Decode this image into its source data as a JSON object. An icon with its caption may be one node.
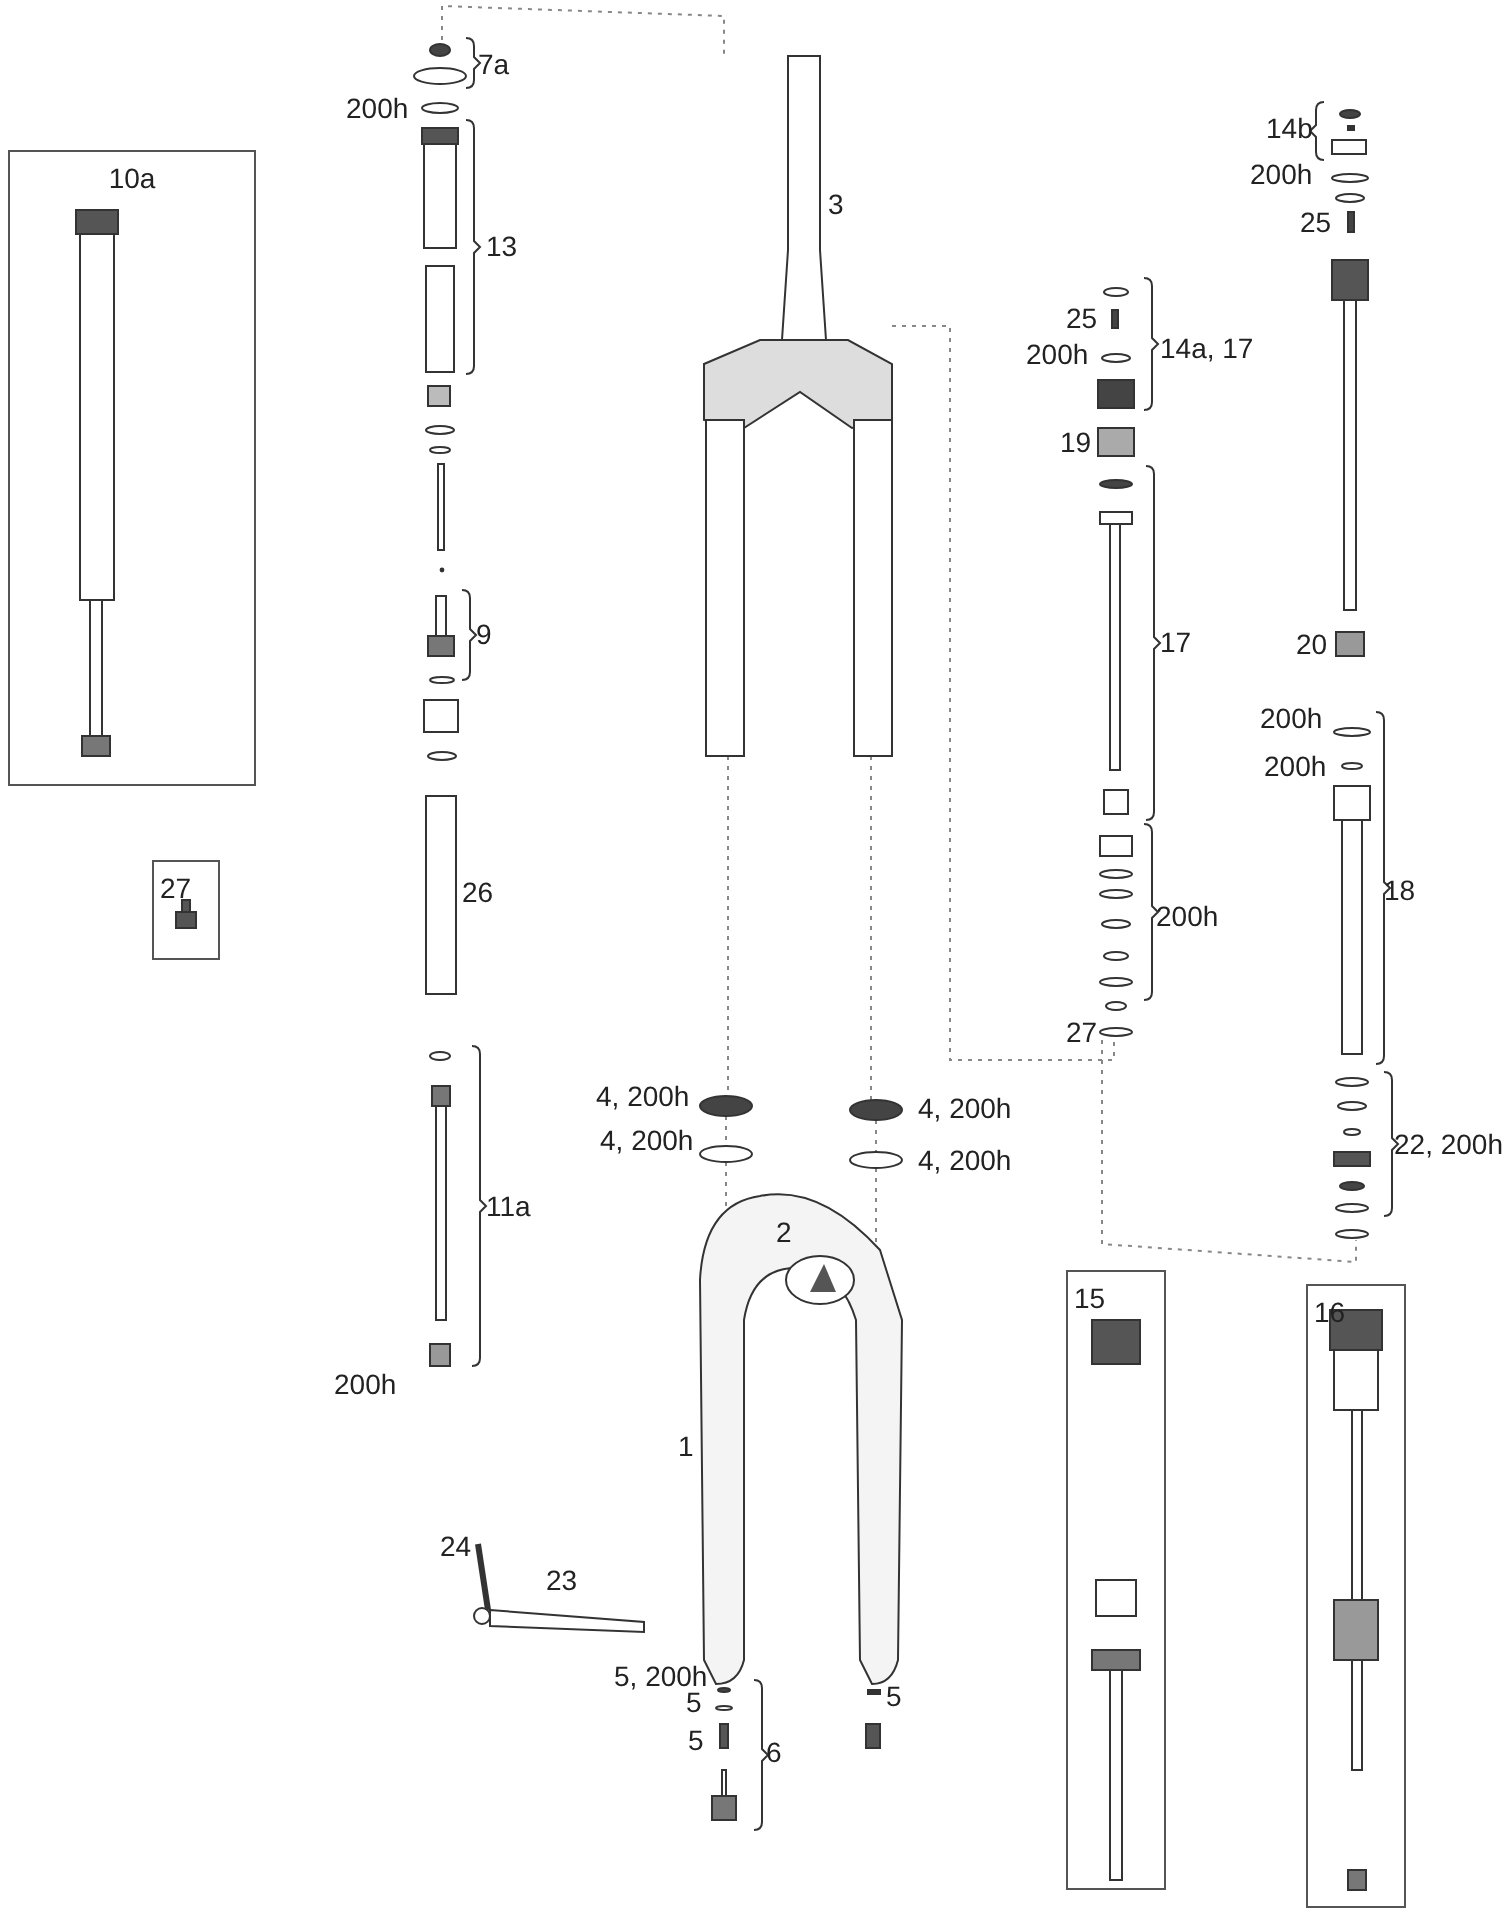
{
  "diagram": {
    "nodes": [
      {
        "text": [
          "10a"
        ]
      },
      {
        "text": [
          "27"
        ]
      },
      {
        "text": [
          "15"
        ]
      },
      {
        "text": [
          "16"
        ]
      },
      {
        "text": [],
        "shape": "picture"
      },
      {
        "text": [],
        "shape": "picture"
      },
      {
        "text": [],
        "shape": "picture"
      },
      {
        "text": [],
        "shape": "picture"
      },
      {
        "text": [],
        "shape": "picture"
      },
      {
        "text": [],
        "shape": "picture"
      },
      {
        "text": [],
        "shape": "picture"
      },
      {
        "text": [],
        "shape": "picture"
      },
      {
        "text": [],
        "shape": "picture"
      }
    ],
    "edges": [
      {
        "from": 4,
        "to": 5,
        "arrow": "none"
      },
      {
        "from": 5,
        "to": 6,
        "arrow": "none"
      },
      {
        "from": 6,
        "to": 7,
        "arrow": "none"
      },
      {
        "from": 5,
        "to": 9,
        "arrow": "none"
      },
      {
        "from": 9,
        "to": 10,
        "arrow": "none"
      },
      {
        "from": 10,
        "to": 8,
        "arrow": "none"
      },
      {
        "from": 5,
        "to": 11,
        "arrow": "none"
      },
      {
        "from": 11,
        "to": 12,
        "arrow": "none"
      },
      {
        "from": 12,
        "to": 8,
        "arrow": "none"
      }
    ],
    "labels": [
      "7a",
      "200h",
      "3",
      "14b",
      "200h",
      "25",
      "13",
      "25",
      "200h",
      "14a, 17",
      "19",
      "9",
      "17",
      "20",
      "200h",
      "200h",
      "26",
      "18",
      "200h",
      "27",
      "11a",
      "4, 200h",
      "4, 200h",
      "4, 200h",
      "4, 200h",
      "22, 200h",
      "2",
      "200h",
      "1",
      "24",
      "23",
      "5, 200h",
      "5",
      "5",
      "5",
      "6"
    ]
  }
}
